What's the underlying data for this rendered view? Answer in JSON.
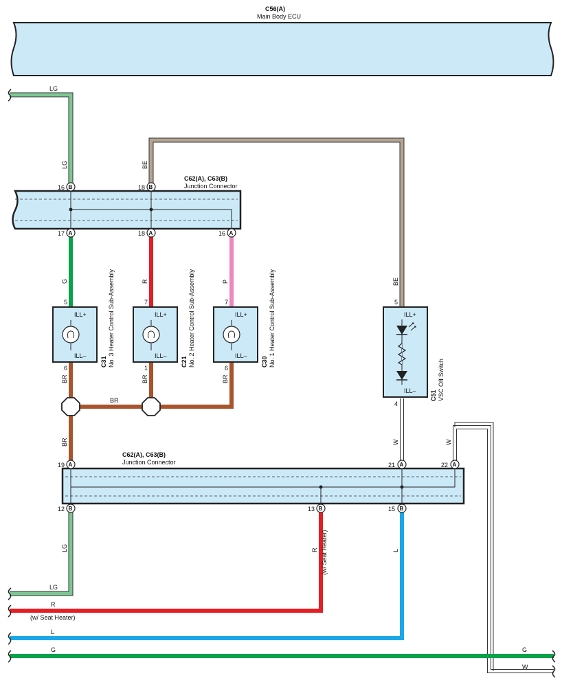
{
  "colors": {
    "LG": "#7dc793",
    "G": "#09a24c",
    "R": "#e31e24",
    "P": "#f086bc",
    "BR": "#a9542c",
    "BE": "#b5a493",
    "L": "#1aa7e8",
    "W": "#ffffff",
    "box_fill": "#cce9f8"
  },
  "ecu": {
    "code": "C56(A)",
    "name": "Main Body ECU"
  },
  "jc_top": {
    "code": "C62(A), C63(B)",
    "name": "Junction Connector"
  },
  "jc_bottom": {
    "code": "C62(A), C63(B)",
    "name": "Junction Connector"
  },
  "wires": {
    "lg_top": "LG",
    "lg_top_v": "LG",
    "be_v": "BE",
    "be_v2": "BE",
    "g_v": "G",
    "r_v": "R",
    "p_v": "P",
    "br1": "BR",
    "br2": "BR",
    "br3": "BR",
    "br_h": "BR",
    "br_v": "BR",
    "w1": "W",
    "w2": "W",
    "lg_bot_v": "LG",
    "r_bot_v": "R",
    "l_bot_v": "L",
    "lg_bot": "LG",
    "r_bot": "R",
    "l_bot": "L",
    "g_bot": "G",
    "g_right": "G",
    "w_right": "W"
  },
  "notes": {
    "seat_heater_v": "(w/ Seat Heater)",
    "seat_heater_h": "(w/ Seat Heater)"
  },
  "pins": {
    "top_b16": "16",
    "top_b18": "18",
    "top_a17": "17",
    "top_a18": "18",
    "top_a16": "16",
    "bot_a19": "19",
    "bot_a21": "21",
    "bot_a22": "22",
    "bot_b12": "12",
    "bot_b13": "13",
    "bot_b15": "15",
    "c31_5": "5",
    "c31_6": "6",
    "c21_7": "7",
    "c21_1": "1",
    "c30_7": "7",
    "c30_6": "6",
    "c51_5": "5",
    "c51_4": "4",
    "A": "A",
    "B": "B"
  },
  "components": {
    "c31": {
      "code": "C31",
      "name": "No. 3 Heater Control Sub-Assembly",
      "top": "ILL+",
      "bottom": "ILL–"
    },
    "c21": {
      "code": "C21",
      "name": "No. 2 Heater Control Sub-Assembly",
      "top": "ILL+",
      "bottom": "ILL–"
    },
    "c30": {
      "code": "C30",
      "name": "No. 1 Heater Control Sub-Assembly",
      "top": "ILL+",
      "bottom": "ILL–"
    },
    "c51": {
      "code": "C51",
      "name": "VSC Off Switch",
      "top": "ILL+",
      "bottom": "ILL–"
    }
  }
}
